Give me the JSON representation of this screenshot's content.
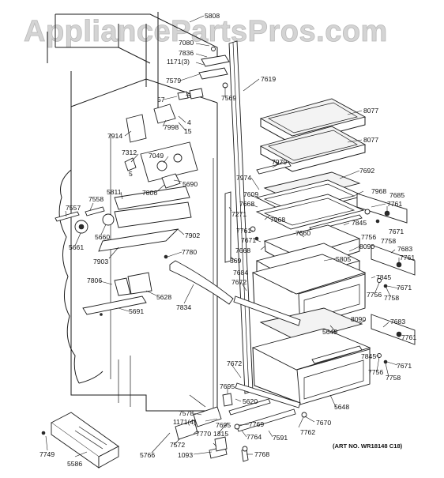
{
  "watermark": "AppliancePartsPros.com",
  "art_number": "(ART NO. WR18148 C18)",
  "callouts": [
    {
      "id": "c5808",
      "text": "5808"
    },
    {
      "id": "c7080",
      "text": "7080"
    },
    {
      "id": "c7836",
      "text": "7836"
    },
    {
      "id": "c1171a",
      "text": "1171(3)"
    },
    {
      "id": "c7579",
      "text": "7579"
    },
    {
      "id": "c7619",
      "text": "7619"
    },
    {
      "id": "c57",
      "text": "57"
    },
    {
      "id": "c3",
      "text": "3"
    },
    {
      "id": "c7569",
      "text": "7569"
    },
    {
      "id": "c8077a",
      "text": "8077"
    },
    {
      "id": "c8077b",
      "text": "8077"
    },
    {
      "id": "c4",
      "text": "4"
    },
    {
      "id": "c15",
      "text": "15"
    },
    {
      "id": "c7998",
      "text": "7998"
    },
    {
      "id": "c7914",
      "text": "7914"
    },
    {
      "id": "c7312",
      "text": "7312"
    },
    {
      "id": "c7049",
      "text": "7049"
    },
    {
      "id": "c5",
      "text": "5"
    },
    {
      "id": "c5690",
      "text": "5690"
    },
    {
      "id": "c7806a",
      "text": "7806"
    },
    {
      "id": "c5811",
      "text": "5811"
    },
    {
      "id": "c7558",
      "text": "7558"
    },
    {
      "id": "c7557",
      "text": "7557"
    },
    {
      "id": "c5660",
      "text": "5660"
    },
    {
      "id": "c5661",
      "text": "5661"
    },
    {
      "id": "c7902",
      "text": "7902"
    },
    {
      "id": "c7903",
      "text": "7903"
    },
    {
      "id": "c7780",
      "text": "7780"
    },
    {
      "id": "c7806b",
      "text": "7806"
    },
    {
      "id": "c5628",
      "text": "5628"
    },
    {
      "id": "c7834",
      "text": "7834"
    },
    {
      "id": "c5691",
      "text": "5691"
    },
    {
      "id": "c7979",
      "text": "7979"
    },
    {
      "id": "c7692",
      "text": "7692"
    },
    {
      "id": "c7974",
      "text": "7974"
    },
    {
      "id": "c7968a",
      "text": "7968"
    },
    {
      "id": "c7685",
      "text": "7685"
    },
    {
      "id": "c7609",
      "text": "7609"
    },
    {
      "id": "c7668a",
      "text": "7668"
    },
    {
      "id": "c7761a",
      "text": "7761"
    },
    {
      "id": "c7271",
      "text": "7271"
    },
    {
      "id": "c7968b",
      "text": "7968"
    },
    {
      "id": "c7845a",
      "text": "7845"
    },
    {
      "id": "c7660",
      "text": "7660"
    },
    {
      "id": "c7761b",
      "text": "7761"
    },
    {
      "id": "c7671a",
      "text": "7671"
    },
    {
      "id": "c7756a",
      "text": "7756"
    },
    {
      "id": "c7758a",
      "text": "7758"
    },
    {
      "id": "c7671b",
      "text": "7671"
    },
    {
      "id": "c7668b",
      "text": "7668"
    },
    {
      "id": "c8090a",
      "text": "8090"
    },
    {
      "id": "c5805",
      "text": "5805"
    },
    {
      "id": "c7683a",
      "text": "7683"
    },
    {
      "id": "c7761c",
      "text": "7761"
    },
    {
      "id": "c369",
      "text": "369"
    },
    {
      "id": "c7684",
      "text": "7684"
    },
    {
      "id": "c7672a",
      "text": "7672"
    },
    {
      "id": "c7845b",
      "text": "7845"
    },
    {
      "id": "c7756b",
      "text": "7756"
    },
    {
      "id": "c7671c",
      "text": "7671"
    },
    {
      "id": "c7758b",
      "text": "7758"
    },
    {
      "id": "c8090b",
      "text": "8090"
    },
    {
      "id": "c7683b",
      "text": "7683"
    },
    {
      "id": "c5649",
      "text": "5649"
    },
    {
      "id": "c7761d",
      "text": "7761"
    },
    {
      "id": "c7845c",
      "text": "7845"
    },
    {
      "id": "c7671d",
      "text": "7671"
    },
    {
      "id": "c7756c",
      "text": "7756"
    },
    {
      "id": "c7758c",
      "text": "7758"
    },
    {
      "id": "c7672b",
      "text": "7672"
    },
    {
      "id": "c7695a",
      "text": "7695"
    },
    {
      "id": "c5620",
      "text": "5620"
    },
    {
      "id": "c5648",
      "text": "5648"
    },
    {
      "id": "c7578",
      "text": "7578"
    },
    {
      "id": "c1171b",
      "text": "1171(4)"
    },
    {
      "id": "c7769",
      "text": "7769"
    },
    {
      "id": "c7670",
      "text": "7670"
    },
    {
      "id": "c7762",
      "text": "7762"
    },
    {
      "id": "c7695b",
      "text": "7695"
    },
    {
      "id": "c7770",
      "text": "7770"
    },
    {
      "id": "c7764",
      "text": "7764"
    },
    {
      "id": "c1315",
      "text": "1315"
    },
    {
      "id": "c7591",
      "text": "7591"
    },
    {
      "id": "c7572",
      "text": "7572"
    },
    {
      "id": "c1093",
      "text": "1093"
    },
    {
      "id": "c7768",
      "text": "7768"
    },
    {
      "id": "c7749",
      "text": "7749"
    },
    {
      "id": "c5586",
      "text": "5586"
    },
    {
      "id": "c5766",
      "text": "5766"
    }
  ]
}
